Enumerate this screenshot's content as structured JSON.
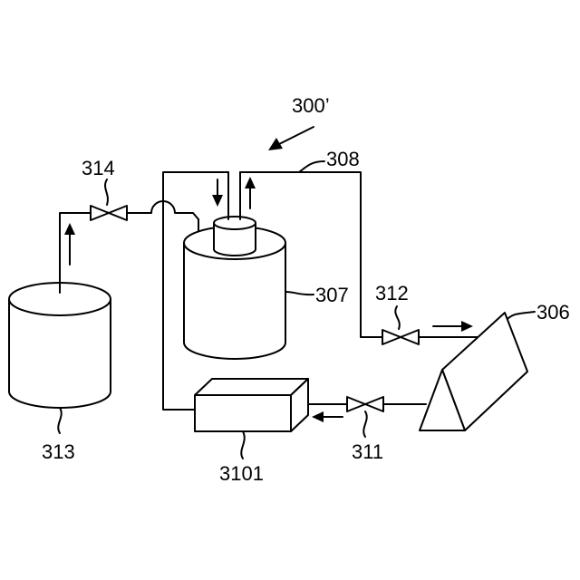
{
  "labels": {
    "system": "300’",
    "l308": "308",
    "l314": "314",
    "l307": "307",
    "l312": "312",
    "l306": "306",
    "l313": "313",
    "l3101": "3101",
    "l311": "311"
  }
}
